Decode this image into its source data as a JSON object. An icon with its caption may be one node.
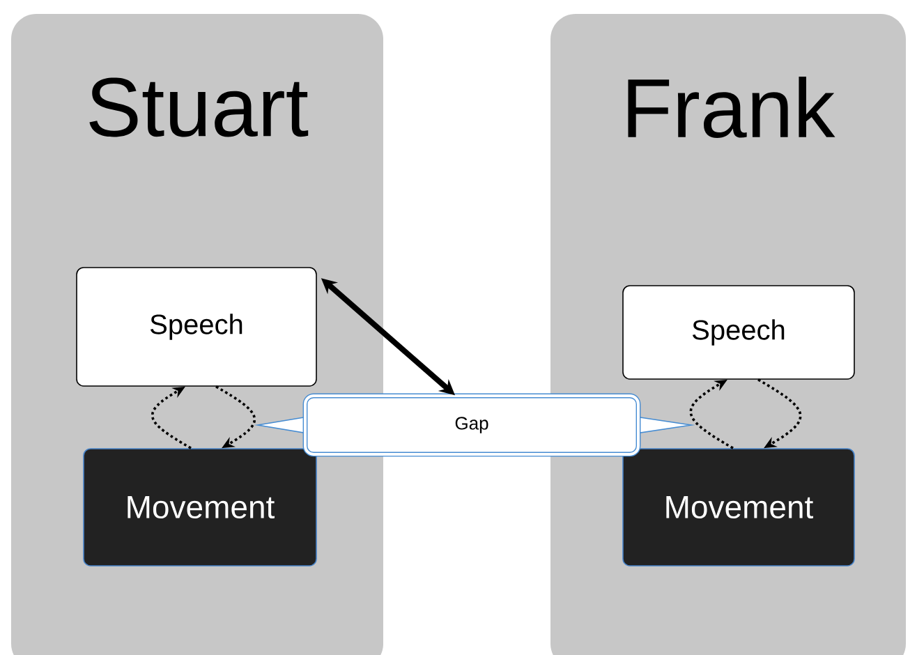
{
  "diagram": {
    "nodes": [
      {
        "text": [
          "Stuart"
        ]
      },
      {
        "text": [
          "Frank"
        ]
      },
      {
        "text": [
          "Speech"
        ],
        "in": 0
      },
      {
        "text": [
          "Movement"
        ],
        "in": 0
      },
      {
        "text": [
          "Speech"
        ],
        "in": 1
      },
      {
        "text": [
          "Movement"
        ],
        "in": 1
      },
      {
        "text": [
          "Gap"
        ]
      }
    ],
    "edges": [
      {
        "from": 2,
        "to": 6,
        "arrow": "both",
        "style": "thick"
      },
      {
        "from": 3,
        "to": 2,
        "arrow": "to",
        "style": "dashed"
      },
      {
        "from": 2,
        "to": 3,
        "arrow": "to",
        "style": "dashed"
      },
      {
        "from": 5,
        "to": 4,
        "arrow": "to",
        "style": "dashed"
      },
      {
        "from": 4,
        "to": 5,
        "arrow": "to",
        "style": "dashed"
      }
    ]
  }
}
